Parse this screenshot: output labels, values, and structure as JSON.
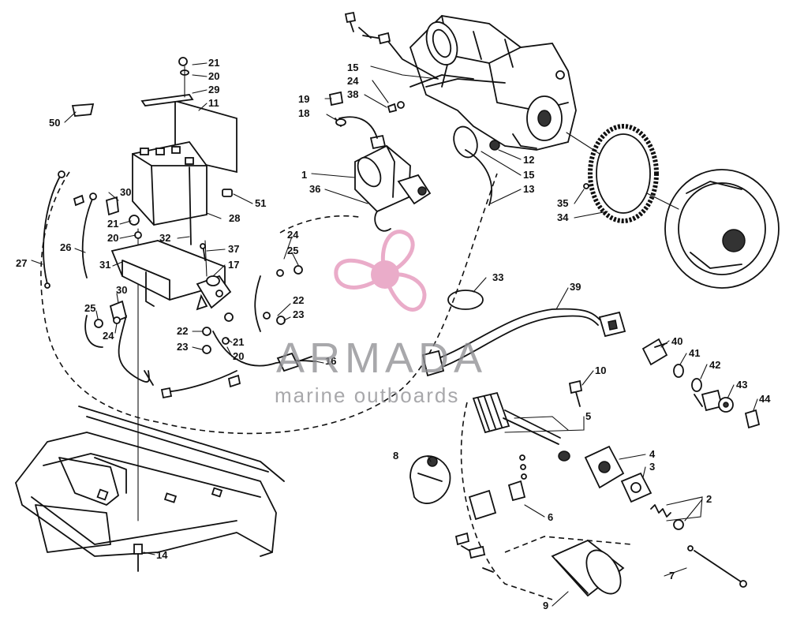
{
  "watermark": {
    "title": "ARMADA",
    "subtitle": "marine outboards",
    "logo_color": "#e8a4c4",
    "text_color": "#8e8e92"
  },
  "callouts": [
    {
      "id": "c21a",
      "text": "21"
    },
    {
      "id": "c20a",
      "text": "20"
    },
    {
      "id": "c29",
      "text": "29"
    },
    {
      "id": "c11",
      "text": "11"
    },
    {
      "id": "c50",
      "text": "50"
    },
    {
      "id": "c30a",
      "text": "30"
    },
    {
      "id": "c51",
      "text": "51"
    },
    {
      "id": "c28",
      "text": "28"
    },
    {
      "id": "c21b",
      "text": "21"
    },
    {
      "id": "c20b",
      "text": "20"
    },
    {
      "id": "c32",
      "text": "32"
    },
    {
      "id": "c26",
      "text": "26"
    },
    {
      "id": "c27",
      "text": "27"
    },
    {
      "id": "c31",
      "text": "31"
    },
    {
      "id": "c37",
      "text": "37"
    },
    {
      "id": "c17",
      "text": "17"
    },
    {
      "id": "c24a",
      "text": "24"
    },
    {
      "id": "c25a",
      "text": "25"
    },
    {
      "id": "c30b",
      "text": "30"
    },
    {
      "id": "c25b",
      "text": "25"
    },
    {
      "id": "c24b",
      "text": "24"
    },
    {
      "id": "c22a",
      "text": "22"
    },
    {
      "id": "c23a",
      "text": "23"
    },
    {
      "id": "c22b",
      "text": "22"
    },
    {
      "id": "c23b",
      "text": "23"
    },
    {
      "id": "c21c",
      "text": "21"
    },
    {
      "id": "c20c",
      "text": "20"
    },
    {
      "id": "c16",
      "text": "16"
    },
    {
      "id": "c14",
      "text": "14"
    },
    {
      "id": "c15a",
      "text": "15"
    },
    {
      "id": "c24c",
      "text": "24"
    },
    {
      "id": "c38",
      "text": "38"
    },
    {
      "id": "c19",
      "text": "19"
    },
    {
      "id": "c18",
      "text": "18"
    },
    {
      "id": "c1",
      "text": "1"
    },
    {
      "id": "c36",
      "text": "36"
    },
    {
      "id": "c12",
      "text": "12"
    },
    {
      "id": "c15b",
      "text": "15"
    },
    {
      "id": "c13",
      "text": "13"
    },
    {
      "id": "c35",
      "text": "35"
    },
    {
      "id": "c34",
      "text": "34"
    },
    {
      "id": "c33",
      "text": "33"
    },
    {
      "id": "c39",
      "text": "39"
    },
    {
      "id": "c40",
      "text": "40"
    },
    {
      "id": "c41",
      "text": "41"
    },
    {
      "id": "c42",
      "text": "42"
    },
    {
      "id": "c43",
      "text": "43"
    },
    {
      "id": "c44",
      "text": "44"
    },
    {
      "id": "c10",
      "text": "10"
    },
    {
      "id": "c5",
      "text": "5"
    },
    {
      "id": "c4",
      "text": "4"
    },
    {
      "id": "c3",
      "text": "3"
    },
    {
      "id": "c2",
      "text": "2"
    },
    {
      "id": "c8",
      "text": "8"
    },
    {
      "id": "c6",
      "text": "6"
    },
    {
      "id": "c7",
      "text": "7"
    },
    {
      "id": "c9",
      "text": "9"
    }
  ]
}
